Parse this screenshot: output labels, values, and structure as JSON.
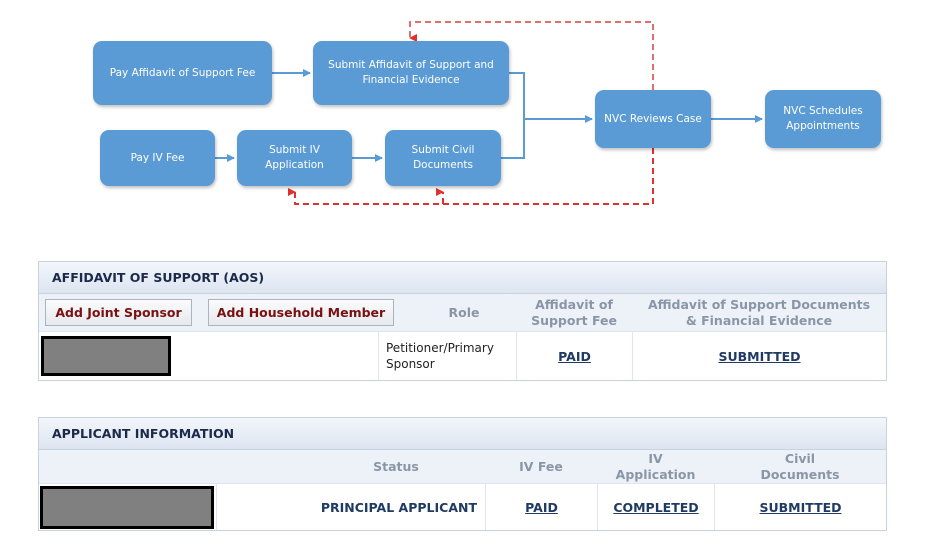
{
  "flowchart": {
    "pay_aos_fee": "Pay Affidavit of Support Fee",
    "submit_aos": "Submit Affidavit of Support and Financial Evidence",
    "pay_iv_fee": "Pay IV Fee",
    "submit_iv": "Submit IV Application",
    "submit_civil": "Submit Civil Documents",
    "nvc_reviews": "NVC Reviews Case",
    "nvc_schedules": "NVC Schedules Appointments",
    "colors": {
      "node": "#5b9bd5",
      "arrow": "#5b9bd5",
      "feedback": "#e03030"
    }
  },
  "aos": {
    "title": "AFFIDAVIT OF SUPPORT (AOS)",
    "add_joint_sponsor": "Add Joint Sponsor",
    "add_household_member": "Add Household Member",
    "columns": {
      "role": "Role",
      "fee": "Affidavit of Support Fee",
      "docs": "Affidavit of Support Documents & Financial Evidence"
    },
    "row": {
      "role": "Petitioner/Primary Sponsor",
      "fee_status": "PAID",
      "docs_status": "SUBMITTED"
    }
  },
  "applicant": {
    "title": "APPLICANT INFORMATION",
    "columns": {
      "status": "Status",
      "iv_fee": "IV Fee",
      "iv_application": "IV Application",
      "civil_documents": "Civil Documents"
    },
    "row": {
      "status": "PRINCIPAL APPLICANT",
      "iv_fee": "PAID",
      "iv_application": "COMPLETED",
      "civil_documents": "SUBMITTED"
    }
  }
}
